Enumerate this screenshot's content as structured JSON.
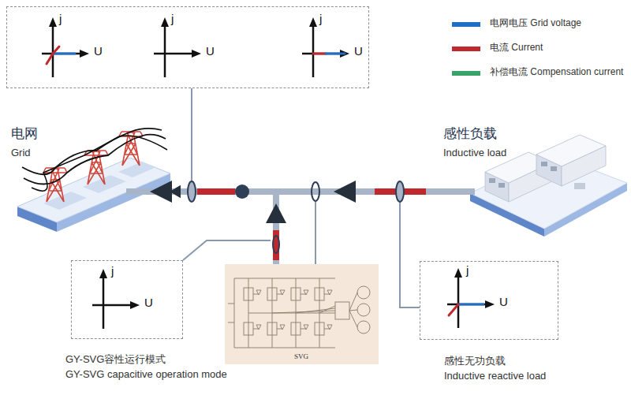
{
  "diagram": {
    "nodes": [
      {
        "text": [
          "j",
          "U",
          "j",
          "U",
          "j",
          "U"
        ]
      },
      {
        "text": [
          "电网",
          "Grid"
        ]
      },
      {
        "text": [
          "感性负载",
          "Inductive load"
        ]
      },
      {
        "text": [
          "j",
          "U",
          "GY-SVG容性运行模式",
          "GY-SVG capacitive operation mode"
        ]
      },
      {
        "text": [
          "SVG"
        ]
      },
      {
        "text": [
          "j",
          "U",
          "感性无功负载",
          "Inductive reactive load"
        ]
      }
    ],
    "edges": [
      {
        "from": 2,
        "to": 1,
        "arrow": "to"
      },
      {
        "from": 4,
        "to": 1,
        "arrow": "to"
      }
    ],
    "legend": [
      {
        "text": "电网电压 Grid voltage",
        "color": "#1f6fc4"
      },
      {
        "text": "电流 Current",
        "color": "#c0282d"
      },
      {
        "text": "补偿电流 Compensation current",
        "color": "#3aa36a"
      }
    ]
  }
}
